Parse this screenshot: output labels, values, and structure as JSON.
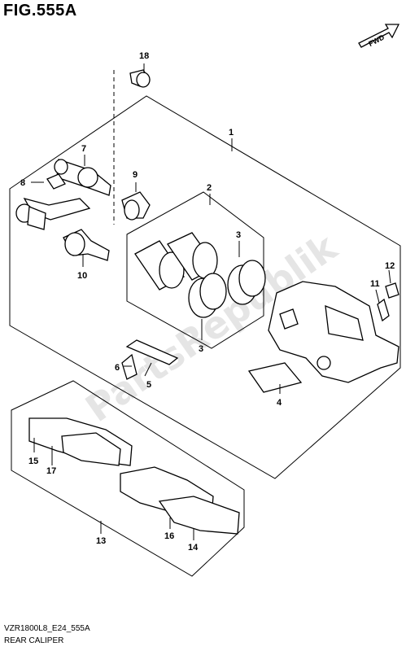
{
  "figure": {
    "title": "FIG.555A",
    "code": "VZR1800L8_E24_555A",
    "name": "REAR CALIPER",
    "fwd_badge": "FWD",
    "watermark": "PartsRepublik"
  },
  "callouts": {
    "c1": "1",
    "c2": "2",
    "c3a": "3",
    "c3b": "3",
    "c4": "4",
    "c5": "5",
    "c6": "6",
    "c7": "7",
    "c8": "8",
    "c9": "9",
    "c10": "10",
    "c11": "11",
    "c12": "12",
    "c13": "13",
    "c14": "14",
    "c15": "15",
    "c16": "16",
    "c17": "17",
    "c18": "18"
  }
}
